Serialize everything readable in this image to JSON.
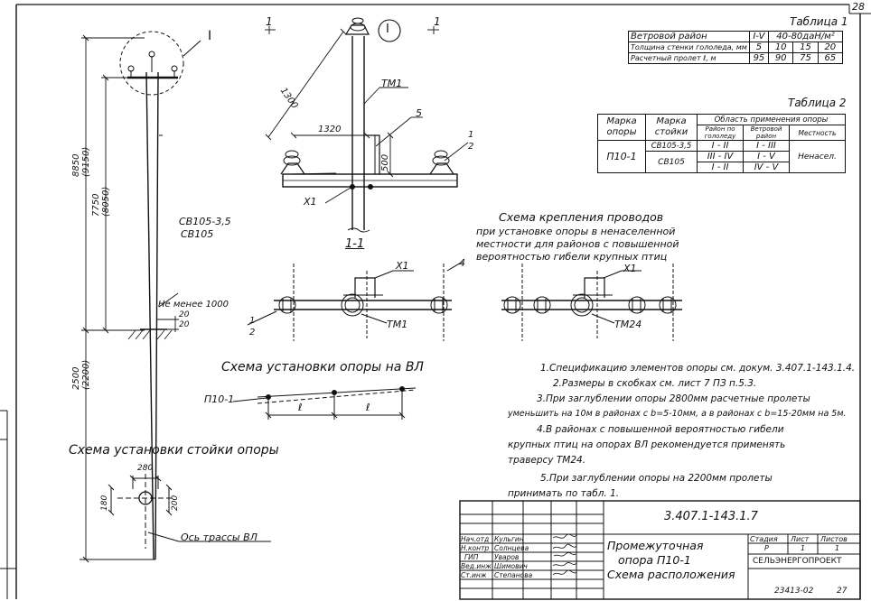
{
  "sheet_number": "28",
  "table1": {
    "title": "Таблица 1",
    "rows": [
      [
        "Ветровой район",
        "I-V",
        "40-80даН/м²",
        "",
        ""
      ],
      [
        "Толщина стенки гололеда, мм",
        "5",
        "10",
        "15",
        "20"
      ],
      [
        "Расчетный пролет ℓ, м",
        "95",
        "90",
        "75",
        "65"
      ]
    ]
  },
  "table2": {
    "title": "Таблица 2",
    "h_support": "Марка опоры",
    "h_pole": "Марка стойки",
    "h_area": "Область применения опоры",
    "h_ice": "Район по гололеду",
    "h_wind": "Ветровой район",
    "h_terrain": "Местность",
    "support_mark": "П10-1",
    "pole1": "СВ105-3,5",
    "pole2": "СВ105",
    "ice": [
      "I - II",
      "III - IV",
      "I - II"
    ],
    "wind": [
      "I - III",
      "I - V",
      "IV - V"
    ],
    "terrain": "Ненасел."
  },
  "elevation": {
    "dims": [
      "8850",
      "(9150)",
      "7750",
      "(8050)",
      "2500",
      "(2200)",
      "20",
      "20"
    ],
    "pole_label_1": "СВ105-3,5",
    "pole_label_2": "СВ105",
    "not_less": "Не менее 1000",
    "callout": "I"
  },
  "detail": {
    "marks": [
      "1",
      "1"
    ],
    "callout": "I",
    "dim_1300": "1300",
    "dim_1320": "1320",
    "dim_500": "500",
    "labels": [
      "ТМ1",
      "5",
      "1",
      "2",
      "Х1"
    ]
  },
  "section": {
    "title": "1-1",
    "labels": [
      "Х1",
      "4",
      "1",
      "2",
      "ТМ1"
    ]
  },
  "bird_scheme": {
    "caption": [
      "Схема крепления проводов",
      "при установке опоры в ненаселенной",
      "местности для районов с повышенной",
      "вероятностью гибели крупных птиц"
    ],
    "labels": [
      "Х1",
      "ТМ24"
    ]
  },
  "vl_scheme": {
    "title": "Схема установки опоры на ВЛ",
    "support": "П10-1",
    "span": "ℓ"
  },
  "pole_scheme": {
    "title": "Схема установки стойки опоры",
    "dim_top": "280",
    "dim_left": "180",
    "dim_right": "200",
    "axis": "Ось трассы ВЛ"
  },
  "notes": [
    "1.Спецификацию элементов опоры см. докум. 3.407.1-143.1.4.",
    "2.Размеры в скобках см. лист 7 ПЗ п.5.3.",
    "3.При заглублении опоры 2800мм расчетные пролеты",
    "уменьшить на 10м в районах с b=5-10мм, а в районах с b=15-20мм на 5м.",
    "4.В районах с повышенной вероятностью гибели",
    "крупных птиц на опорах ВЛ рекомендуется применять",
    "траверсу ТМ24.",
    "5.При заглублении опоры на 2200мм пролеты",
    "принимать по табл. 1."
  ],
  "title_block": {
    "code": "3.407.1-143.1.7",
    "roles": [
      "Нач.отд",
      "Н.контр",
      "ГИП",
      "Вед.инж",
      "Ст.инж"
    ],
    "names": [
      "Кульгин",
      "Солнцева",
      "Уваров",
      "Шимович",
      "Степанова"
    ],
    "title_lines": [
      "Промежуточная",
      "опора П10-1",
      "Схема расположения"
    ],
    "stage_labels": [
      "Стадия",
      "Лист",
      "Листов"
    ],
    "stage_values": [
      "Р",
      "1",
      "1"
    ],
    "org": "СЕЛЬЭНЕРГОПРОЕКТ"
  },
  "footer": {
    "inventory": "23413-02",
    "page": "27"
  }
}
